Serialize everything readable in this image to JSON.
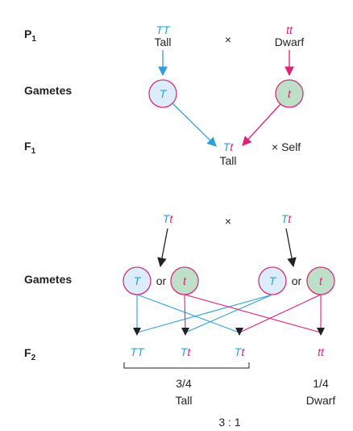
{
  "rows": {
    "p1": "P",
    "p1_sub": "1",
    "gametes": "Gametes",
    "f1": "F",
    "f1_sub": "1",
    "gametes2": "Gametes",
    "f2": "F",
    "f2_sub": "2"
  },
  "p1": {
    "left_genotype": "TT",
    "left_phenotype": "Tall",
    "cross": "×",
    "right_genotype": "tt",
    "right_phenotype": "Dwarf"
  },
  "gametes": {
    "left": "T",
    "right": "t"
  },
  "f1": {
    "genotype_T": "T",
    "genotype_t": "t",
    "phenotype": "Tall",
    "self": "× Self"
  },
  "f1_cross": {
    "left_T": "T",
    "left_t": "t",
    "cross": "×",
    "right_T": "T",
    "right_t": "t"
  },
  "gametes2": {
    "left_a": "T",
    "left_or": "or",
    "left_b": "t",
    "right_a": "T",
    "right_or": "or",
    "right_b": "t"
  },
  "f2": {
    "g1": "TT",
    "g2_T": "T",
    "g2_t": "t",
    "g3_T": "T",
    "g3_t": "t",
    "g4": "tt"
  },
  "results": {
    "tall_ratio": "3/4",
    "tall_label": "Tall",
    "dwarf_ratio": "1/4",
    "dwarf_label": "Dwarf",
    "ratio": "3 : 1"
  },
  "colors": {
    "blue": "#2ea0d8",
    "pink": "#e0207a",
    "blue_fill": "#dcecf8",
    "green_fill": "#bfe0c8"
  }
}
